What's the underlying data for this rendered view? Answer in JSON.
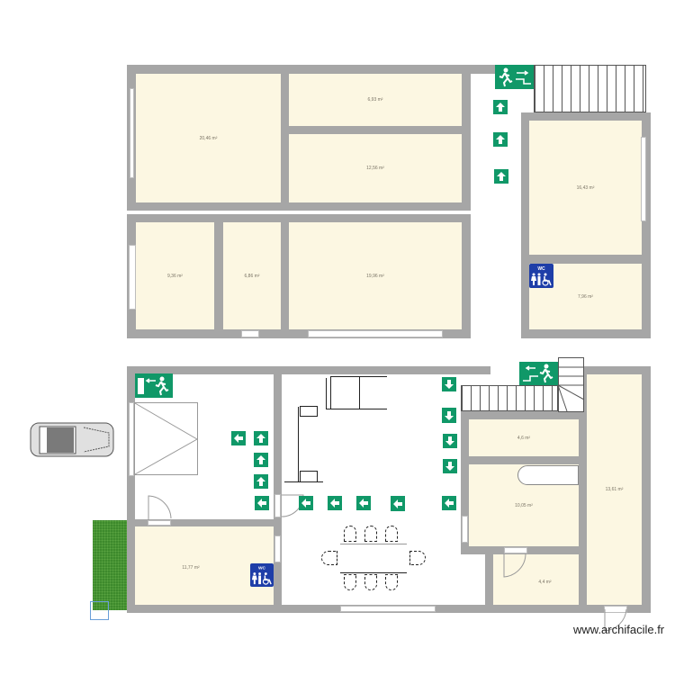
{
  "plan": {
    "colors": {
      "wall": "#a6a6a6",
      "room_fill": "#fcf7e2",
      "exit_sign": "#109868",
      "wc_sign": "#1e3ea8",
      "grass": "#3d8a2c"
    },
    "upper_floor": {
      "rooms": [
        {
          "id": "r1",
          "area": "20,46 m²"
        },
        {
          "id": "r2",
          "area": "6,93 m²"
        },
        {
          "id": "r3",
          "area": "12,56 m²"
        },
        {
          "id": "r4",
          "area": "9,36 m²"
        },
        {
          "id": "r5",
          "area": "6,86 m²"
        },
        {
          "id": "r6",
          "area": "19,96 m²"
        },
        {
          "id": "r7",
          "area": "16,43 m²"
        },
        {
          "id": "r8",
          "area": "7,96 m²"
        }
      ],
      "signs": {
        "emergency_exit": "emergency-exit-stairs-sign",
        "arrows": [
          "arrow-up",
          "arrow-up",
          "arrow-up"
        ],
        "wc": "WC accessible"
      }
    },
    "lower_floor": {
      "rooms": [
        {
          "id": "r9",
          "area": "11,77 m²"
        },
        {
          "id": "r10",
          "area": "4,6 m²"
        },
        {
          "id": "r11",
          "area": "10,05 m²"
        },
        {
          "id": "r12",
          "area": "4,4 m²"
        },
        {
          "id": "r13",
          "area": "13,61 m²"
        }
      ],
      "signs": {
        "emergency_exit_left": "emergency-exit-door-sign",
        "emergency_exit_stairs": "emergency-exit-stairs-sign",
        "wc": "WC accessible"
      }
    },
    "wc_label": "WC",
    "watermark": "www.archifacile.fr"
  }
}
